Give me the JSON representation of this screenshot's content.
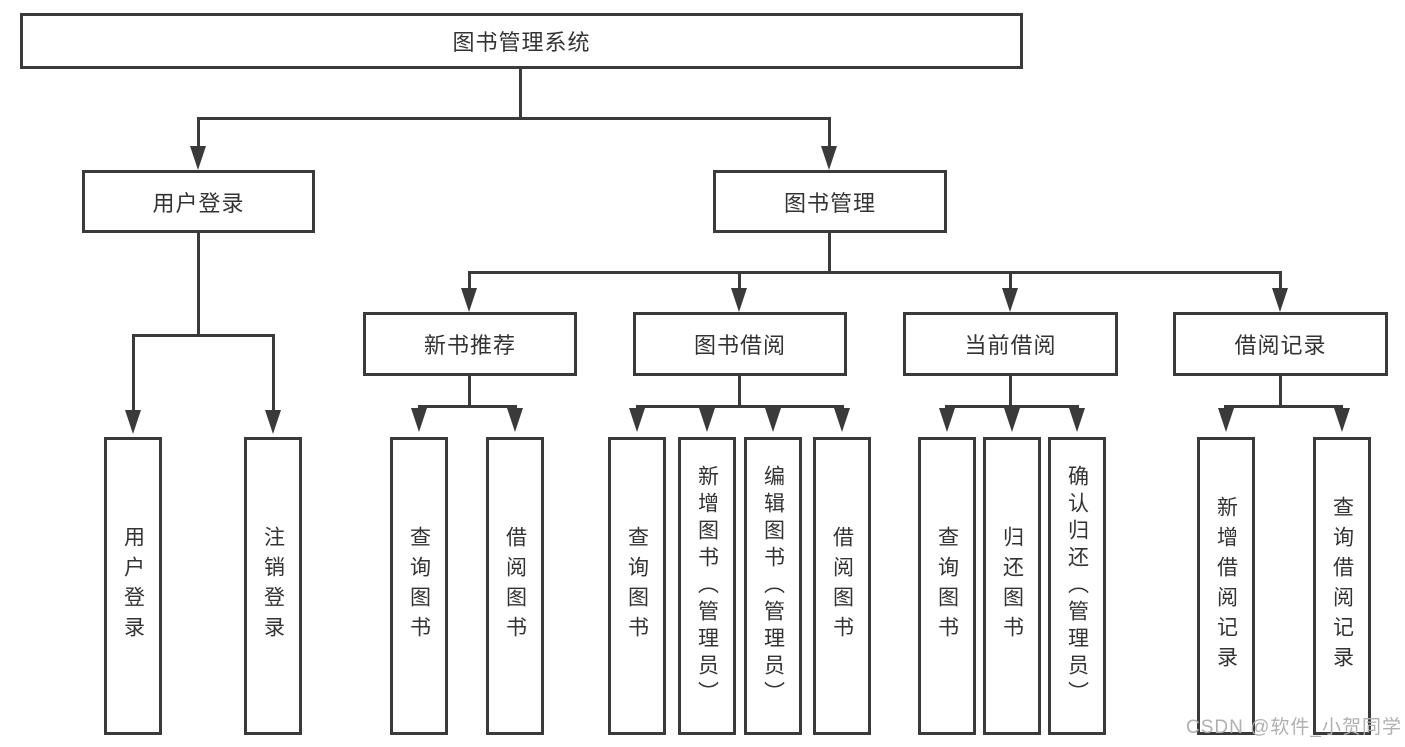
{
  "diagram_title": "图书管理系统",
  "colors": {
    "background": "#ffffff",
    "line": "#3a3a3a",
    "text": "#333333",
    "watermark": "#b0b0b0"
  },
  "tree": {
    "root": {
      "label": "图书管理系统"
    },
    "branches": [
      {
        "label": "用户登录",
        "leaves": [
          {
            "label": "用户登录"
          },
          {
            "label": "注销登录"
          }
        ]
      },
      {
        "label": "图书管理",
        "children": [
          {
            "label": "新书推荐",
            "leaves": [
              {
                "label": "查询图书"
              },
              {
                "label": "借阅图书"
              }
            ]
          },
          {
            "label": "图书借阅",
            "leaves": [
              {
                "label": "查询图书"
              },
              {
                "label": "新增图书（管理员）"
              },
              {
                "label": "编辑图书（管理员）"
              },
              {
                "label": "借阅图书"
              }
            ]
          },
          {
            "label": "当前借阅",
            "leaves": [
              {
                "label": "查询图书"
              },
              {
                "label": "归还图书"
              },
              {
                "label": "确认归还（管理员）"
              }
            ]
          },
          {
            "label": "借阅记录",
            "leaves": [
              {
                "label": "新增借阅记录"
              },
              {
                "label": "查询借阅记录"
              }
            ]
          }
        ]
      }
    ]
  },
  "watermark": {
    "text": "CSDN @软件_小贺同学"
  }
}
